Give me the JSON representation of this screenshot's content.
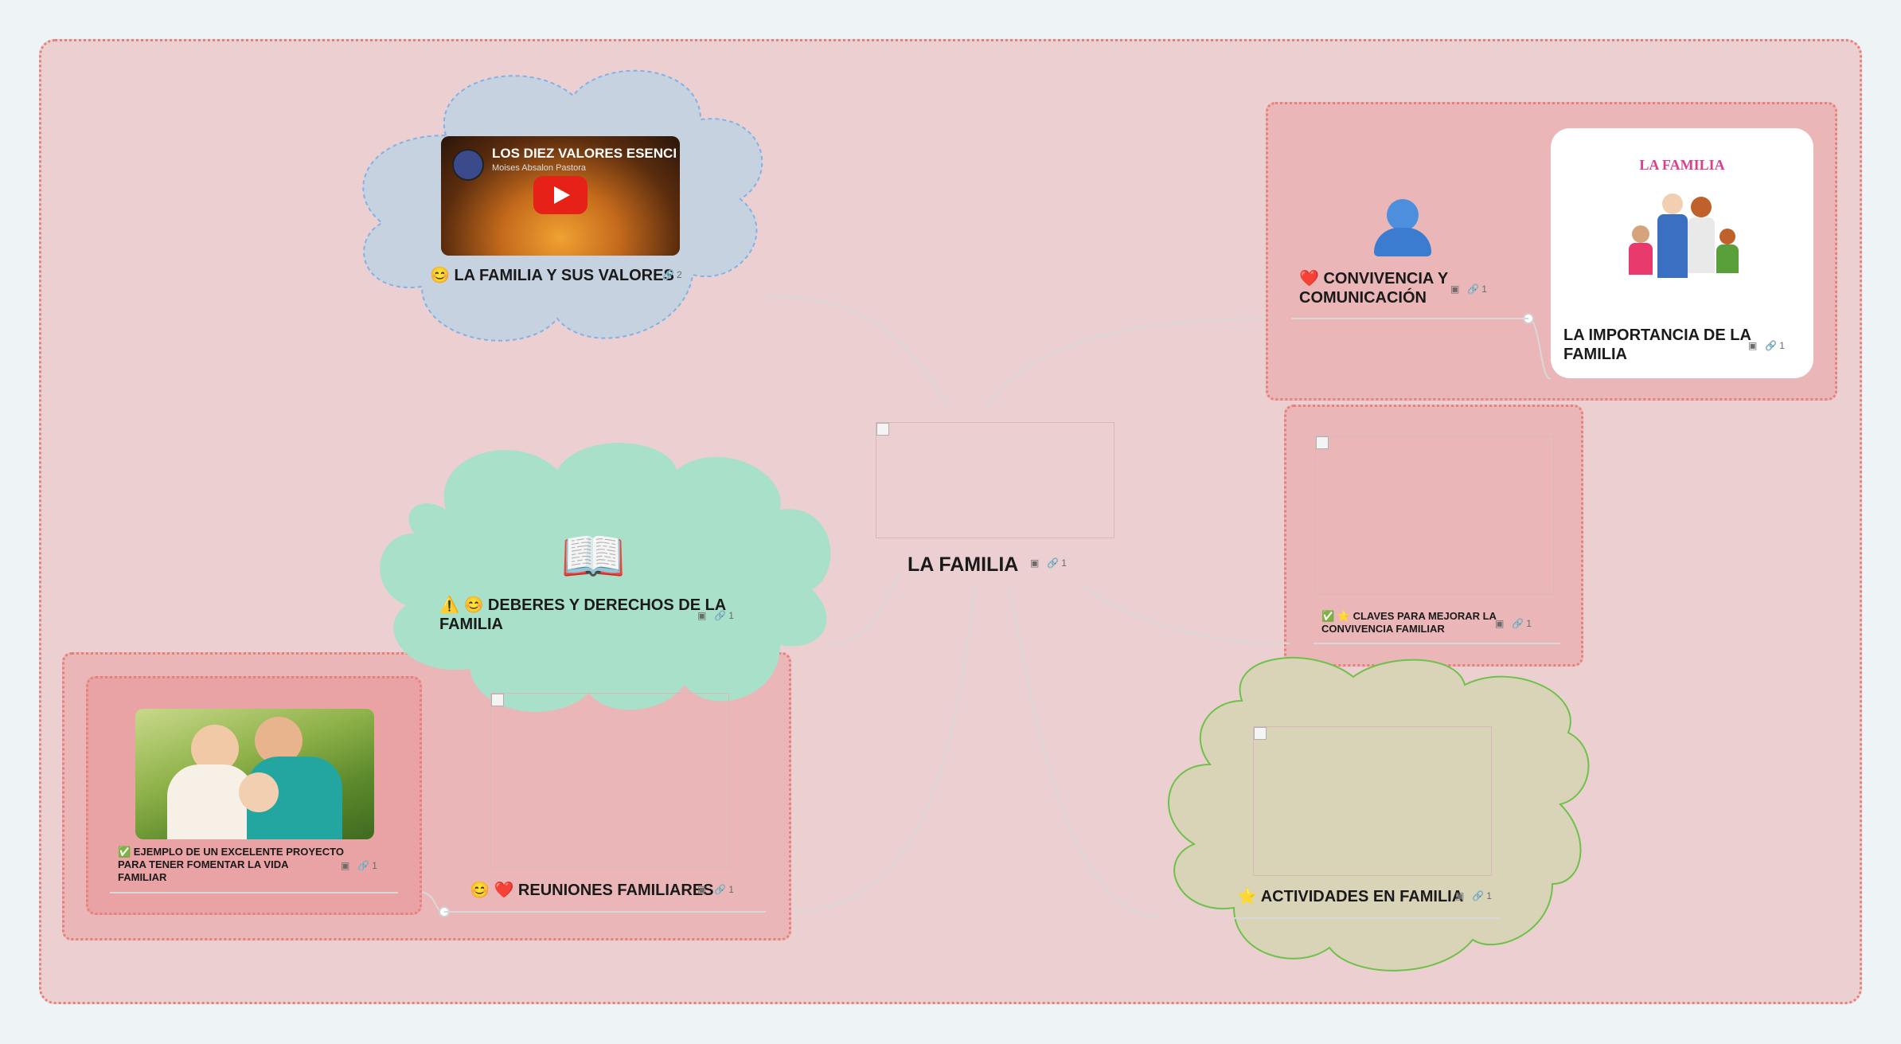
{
  "title": "LA FAMILIA",
  "central": {
    "label": "LA FAMILIA",
    "links": "1"
  },
  "nodes": {
    "valores": {
      "label": "LA FAMILIA Y SUS VALORES",
      "emoji": "😊",
      "links": "2",
      "video": {
        "title": "LOS DIEZ VALORES ESENCI",
        "author": "Moises Absalon Pastora"
      }
    },
    "deberes": {
      "label": "⚠️ 😊 DEBERES Y DERECHOS DE LA FAMILIA",
      "line1": "⚠️ 😊 DEBERES Y DERECHOS DE LA",
      "line2": "FAMILIA",
      "icon": "📖",
      "links": "1"
    },
    "reuniones": {
      "label": "😊 ❤️ REUNIONES FAMILIARES",
      "links": "1"
    },
    "ejemplo": {
      "line1": "✅ EJEMPLO DE UN EXCELENTE PROYECTO",
      "line2": "PARA TENER FOMENTAR LA VIDA",
      "line3": "FAMILIAR",
      "links": "1"
    },
    "convivencia": {
      "line1": "❤️ CONVIVENCIA Y",
      "line2": "COMUNICACIÓN",
      "icon": "👤",
      "links": "1"
    },
    "importancia": {
      "line1": "LA IMPORTANCIA DE LA",
      "line2": "FAMILIA",
      "card_title": "LA FAMILIA",
      "links": "1"
    },
    "claves": {
      "line1": "✅ ⭐ CLAVES PARA MEJORAR LA",
      "line2": "CONVIVENCIA FAMILIAR",
      "links": "1"
    },
    "actividades": {
      "label": "⭐ ACTIVIDADES EN FAMILIA",
      "links": "1"
    }
  },
  "colors": {
    "outer_bg": "#ecd0d1",
    "border": "#e8807a",
    "cloud_blue": "#c7d2e0",
    "cloud_green": "#a8e0c9",
    "cloud_olive": "#d9d3b8"
  },
  "icons": {
    "image": "image-icon",
    "link": "link-icon"
  }
}
